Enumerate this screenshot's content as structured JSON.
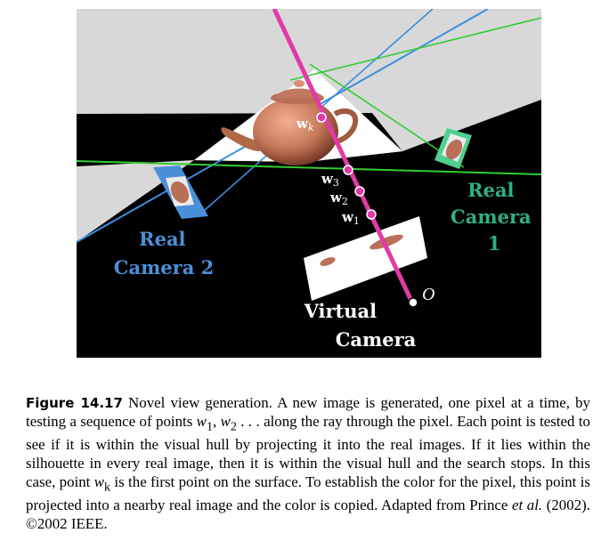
{
  "figure": {
    "labels": {
      "real_camera_1": [
        "Real",
        "Camera",
        "1"
      ],
      "real_camera_2": [
        "Real",
        "Camera 2"
      ],
      "virtual_camera": [
        "Virtual",
        "Camera"
      ],
      "origin": "O",
      "points": {
        "wk": {
          "base": "w",
          "sub": "k"
        },
        "w3": {
          "base": "w",
          "sub": "3"
        },
        "w2": {
          "base": "w",
          "sub": "2"
        },
        "w1": {
          "base": "w",
          "sub": "1"
        }
      }
    },
    "colors": {
      "background": "#000000",
      "frustum_fill": "#d8d8d8",
      "hull_fill": "#ffffff",
      "camera1_line": "#33cc33",
      "camera2_line": "#3a8fe0",
      "camera1_plane": "#50d090",
      "camera2_plane": "#4a90d8",
      "ray": "#e23aa8",
      "label_blue": "#4a90d8",
      "label_green": "#30b080",
      "teapot": "#c87a5a"
    }
  },
  "caption": {
    "figure_number": "Figure 14.17",
    "text_1": " Novel view generation. A new image is generated, one pixel at a time, by testing a sequence of points ",
    "math_1": "w",
    "sub_1": "1",
    "text_2": ", ",
    "math_2": "w",
    "sub_2": "2",
    "text_3": " . . . along the ray through the pixel. Each point is tested to see if it is within the visual hull by projecting it into the real images. If it lies within the silhouette in every real image, then it is within the visual hull and the search stops. In this case, point ",
    "math_3": "w",
    "sub_3": "k",
    "text_4": " is the first point on the surface. To establish the color for the pixel, this point is projected into a nearby real image and the color is copied. Adapted from Prince ",
    "et_al": "et al.",
    "text_5": " (2002). ©2002 IEEE."
  }
}
